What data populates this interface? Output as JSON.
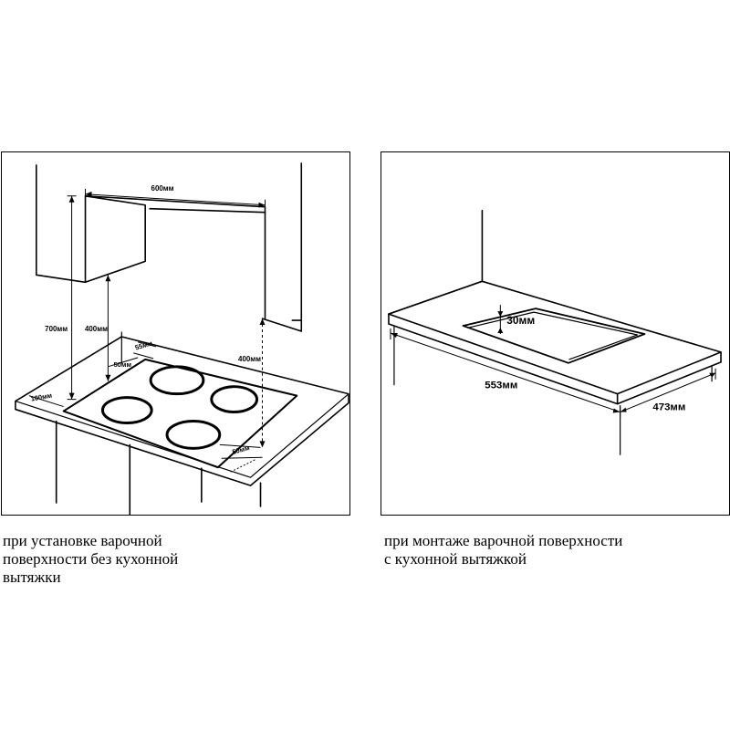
{
  "left_diagram": {
    "dims": {
      "d600": "600мм",
      "d700": "700мм",
      "d400a": "400мм",
      "d400b": "400мм",
      "d55": "55мм",
      "d50a": "50мм",
      "d100": "100мм",
      "d50b": "50мм"
    },
    "caption": "при установке варочной\nповерхности без кухонной\nвытяжки"
  },
  "right_diagram": {
    "dims": {
      "d30": "30мм",
      "d553": "553мм",
      "d473": "473мм"
    },
    "caption": "при монтаже варочной поверхности\nс кухонной вытяжкой"
  }
}
